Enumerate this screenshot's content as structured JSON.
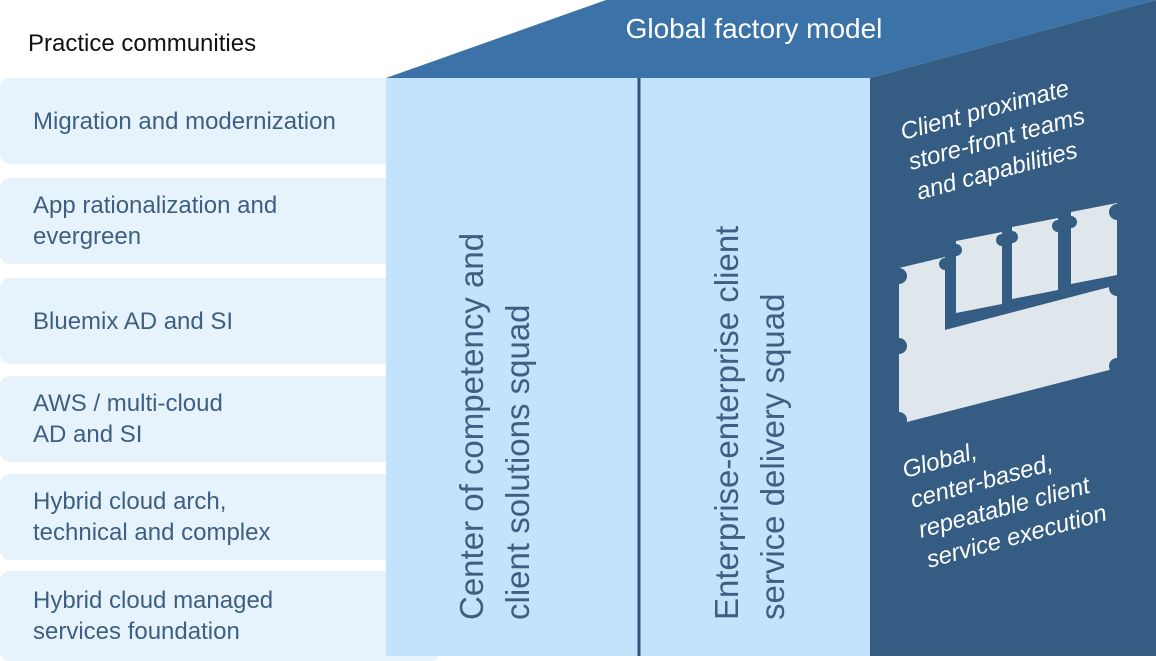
{
  "practice": {
    "heading": "Practice communities",
    "items": [
      {
        "label": "Migration and modernization"
      },
      {
        "label": "App rationalization and\nevergreen"
      },
      {
        "label": "Bluemix AD and SI"
      },
      {
        "label": "AWS / multi-cloud\nAD and SI"
      },
      {
        "label": "Hybrid cloud arch,\ntechnical and complex"
      },
      {
        "label": "Hybrid cloud managed\nservices foundation"
      }
    ]
  },
  "factory": {
    "title": "Global factory model",
    "column1": {
      "line1": "Center of competency and",
      "line2": "client solutions squad"
    },
    "column2": {
      "line1": "Enterprise-enterprise client",
      "line2": "service delivery squad"
    },
    "side_top": {
      "line1": "Client proximate",
      "line2": "store-front teams",
      "line3": "and capabilities"
    },
    "side_bottom": {
      "line1": "Global,",
      "line2": "center-based,",
      "line3": "repeatable client",
      "line4": "service execution"
    }
  },
  "colors": {
    "row_fill": "#e6f3fc",
    "front_fill": "#c2e3fb",
    "top_fill": "#3b72a8",
    "side_fill": "#355d83",
    "divider": "#2f5479",
    "icon_fill": "#dfe7ec",
    "text": "#3d5f82"
  },
  "icons": {
    "side_panel": "store-front-building-icon"
  }
}
